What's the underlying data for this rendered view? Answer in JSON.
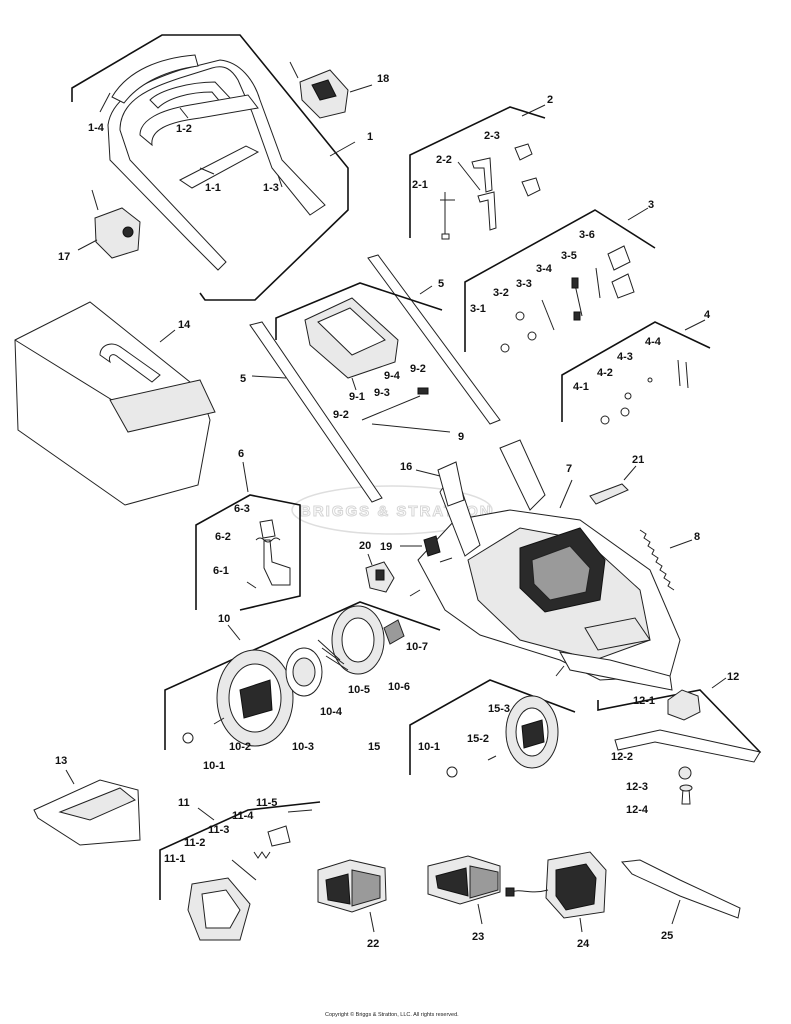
{
  "labels": {
    "l1": "1",
    "l1_1": "1-1",
    "l1_2": "1-2",
    "l1_3": "1-3",
    "l1_4": "1-4",
    "l2": "2",
    "l2_1": "2-1",
    "l2_2": "2-2",
    "l2_3": "2-3",
    "l3": "3",
    "l3_1": "3-1",
    "l3_2": "3-2",
    "l3_3": "3-3",
    "l3_4": "3-4",
    "l3_5": "3-5",
    "l3_6": "3-6",
    "l4": "4",
    "l4_1": "4-1",
    "l4_2": "4-2",
    "l4_3": "4-3",
    "l4_4": "4-4",
    "l5a": "5",
    "l5b": "5",
    "l6": "6",
    "l6_1": "6-1",
    "l6_2": "6-2",
    "l6_3": "6-3",
    "l7": "7",
    "l8": "8",
    "l9": "9",
    "l9_1": "9-1",
    "l9_2a": "9-2",
    "l9_2b": "9-2",
    "l9_3": "9-3",
    "l9_4": "9-4",
    "l10": "10",
    "l10_1": "10-1",
    "l10_2": "10-2",
    "l10_3": "10-3",
    "l10_4": "10-4",
    "l10_5": "10-5",
    "l10_6": "10-6",
    "l10_7": "10-7",
    "l11": "11",
    "l11_1": "11-1",
    "l11_2": "11-2",
    "l11_3": "11-3",
    "l11_4": "11-4",
    "l11_5": "11-5",
    "l12": "12",
    "l12_1": "12-1",
    "l12_2": "12-2",
    "l12_3": "12-3",
    "l12_4": "12-4",
    "l13": "13",
    "l14": "14",
    "l15": "15",
    "l15_1": "10-1",
    "l15_2": "15-2",
    "l15_3": "15-3",
    "l16": "16",
    "l17": "17",
    "l18": "18",
    "l19": "19",
    "l20": "20",
    "l21": "21",
    "l22": "22",
    "l23": "23",
    "l24": "24",
    "l25": "25"
  },
  "watermark": "BRIGGS & STRATTON",
  "copyright": "Copyright © Briggs & Stratton, LLC. All rights reserved."
}
